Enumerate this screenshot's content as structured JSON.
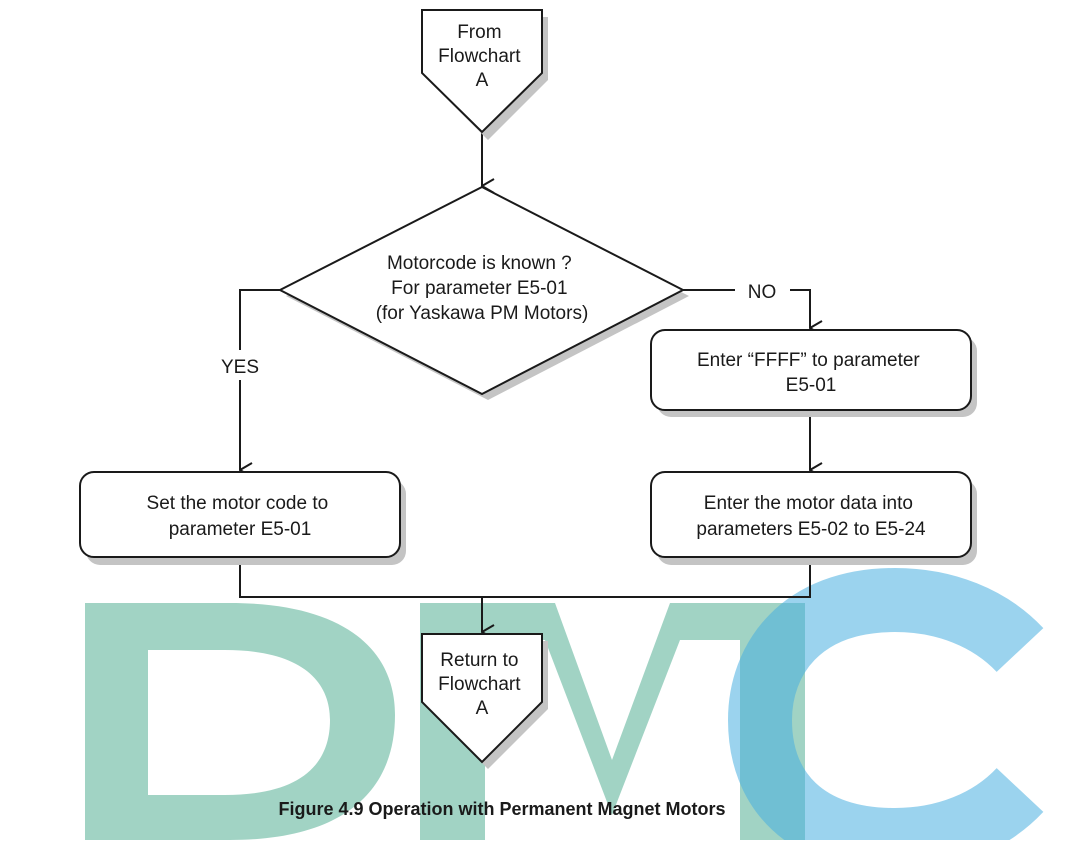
{
  "watermark": {
    "text": "DMC",
    "letter_colors": [
      "#3aa383",
      "#3aa383",
      "#49aee0"
    ]
  },
  "start_connector": {
    "lines": [
      "From",
      "Flowchart",
      "A"
    ]
  },
  "decision": {
    "lines": [
      "Motorcode is known ?",
      "For parameter E5-01",
      "(for Yaskawa PM Motors)"
    ]
  },
  "yes_label": "YES",
  "no_label": "NO",
  "box_ffff": {
    "lines": [
      "Enter “FFFF” to parameter",
      "E5-01"
    ]
  },
  "box_set_code": {
    "lines": [
      "Set the motor code to",
      "parameter E5-01"
    ]
  },
  "box_motor_data": {
    "lines": [
      "Enter the motor data into",
      "parameters E5-02 to E5-24"
    ]
  },
  "end_connector": {
    "lines": [
      "Return to",
      "Flowchart",
      "A"
    ]
  },
  "caption": "Figure 4.9  Operation with Permanent Magnet Motors",
  "colors": {
    "stroke": "#1a1a1a",
    "shadow": "#c4c4c4",
    "watermark_green": "#3aa383",
    "watermark_blue": "#49aee0"
  }
}
